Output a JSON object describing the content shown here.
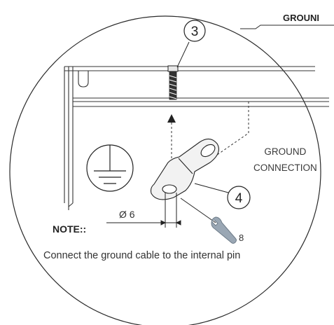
{
  "header": {
    "title": "GROUNI"
  },
  "callouts": {
    "screw": "3",
    "lug": "4"
  },
  "labels": {
    "ground_connection_line1": "GROUND",
    "ground_connection_line2": "CONNECTION",
    "diameter": "Ø 6",
    "wrench_size": "8"
  },
  "note": {
    "title": "NOTE::",
    "text": "Connect the ground cable to the internal pin"
  },
  "icons": {
    "ground_symbol": "earth-ground-icon",
    "wrench": "wrench-icon"
  },
  "colors": {
    "wrench": "#9aa7b4",
    "line": "#222222",
    "lug_fill": "#f2f2f2"
  }
}
